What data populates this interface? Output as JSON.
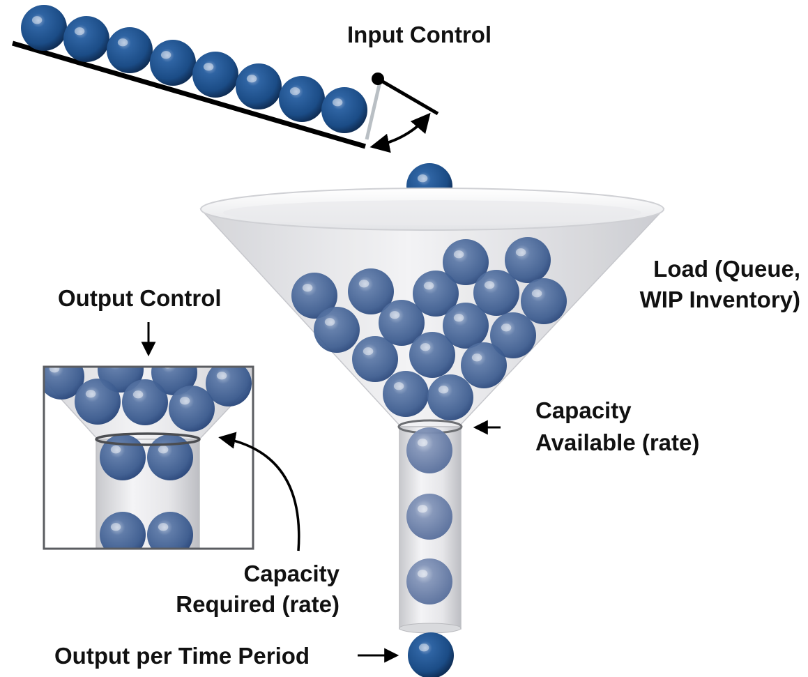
{
  "labels": {
    "input_control": "Input Control",
    "load_line1": "Load (Queue,",
    "load_line2": "WIP Inventory)",
    "output_control": "Output Control",
    "capacity_available_line1": "Capacity",
    "capacity_available_line2": "Available (rate)",
    "capacity_required_line1": "Capacity",
    "capacity_required_line2": "Required (rate)",
    "output_per_time_period": "Output per Time Period"
  },
  "colors": {
    "ball": "#1f4f8a",
    "ball_dark": "#0f2d55",
    "ball_in_funnel": "#3f5f94",
    "funnel_fill": "#dcdde0",
    "funnel_rim": "#f2f2f4",
    "ramp": "#000000",
    "text": "#111111"
  },
  "icons": {
    "ball": "sphere-icon",
    "gate": "hinged-gate-icon",
    "arrow": "arrow-icon"
  }
}
